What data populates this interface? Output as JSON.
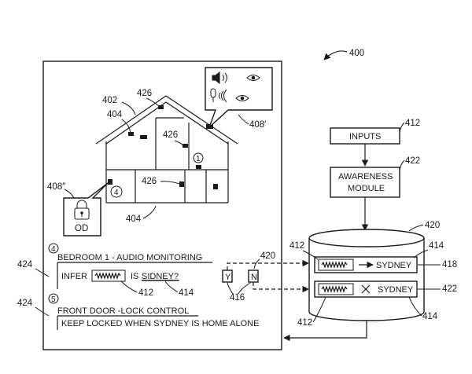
{
  "figure_number": "400",
  "pipeline": {
    "inputs_label": "INPUTS",
    "inputs_ref": "412",
    "awareness_line1": "AWARENESS",
    "awareness_line2": "MODULE",
    "awareness_ref": "422",
    "database_ref": "420",
    "row1": {
      "ref_left": "412",
      "name": "SYDNEY",
      "ref_name": "414",
      "ref_right": "418"
    },
    "row2": {
      "name": "SYDNEY",
      "ref_right": "422",
      "ref_bottom_left": "412",
      "ref_bottom_right": "414"
    }
  },
  "house": {
    "refs": {
      "roof": "402",
      "rooms_top": "404",
      "rooms_bottom": "404",
      "device_top": "426",
      "device_mid": "426",
      "device_low": "426",
      "sensor_panel": "408′",
      "lock_panel": "408″"
    },
    "marker_1": "1",
    "marker_4": "4",
    "lock_label": "OD"
  },
  "rules": {
    "rule_ref": "424",
    "rule1_number": "4",
    "rule1_title": "BEDROOM 1 - AUDIO MONITORING",
    "rule1_infer": "INFER",
    "rule1_is": "IS",
    "rule1_name": "SIDNEY?",
    "rule1_waveform_ref": "412",
    "rule1_name_ref": "414",
    "rule2_ref": "424",
    "rule2_number": "5",
    "rule2_title": "FRONT DOOR -LOCK CONTROL",
    "rule2_text": "KEEP LOCKED WHEN SYDNEY IS HOME ALONE"
  },
  "prompt": {
    "yes_label": "Y",
    "no_label": "N",
    "prompt_ref": "420",
    "yn_ref": "416"
  }
}
